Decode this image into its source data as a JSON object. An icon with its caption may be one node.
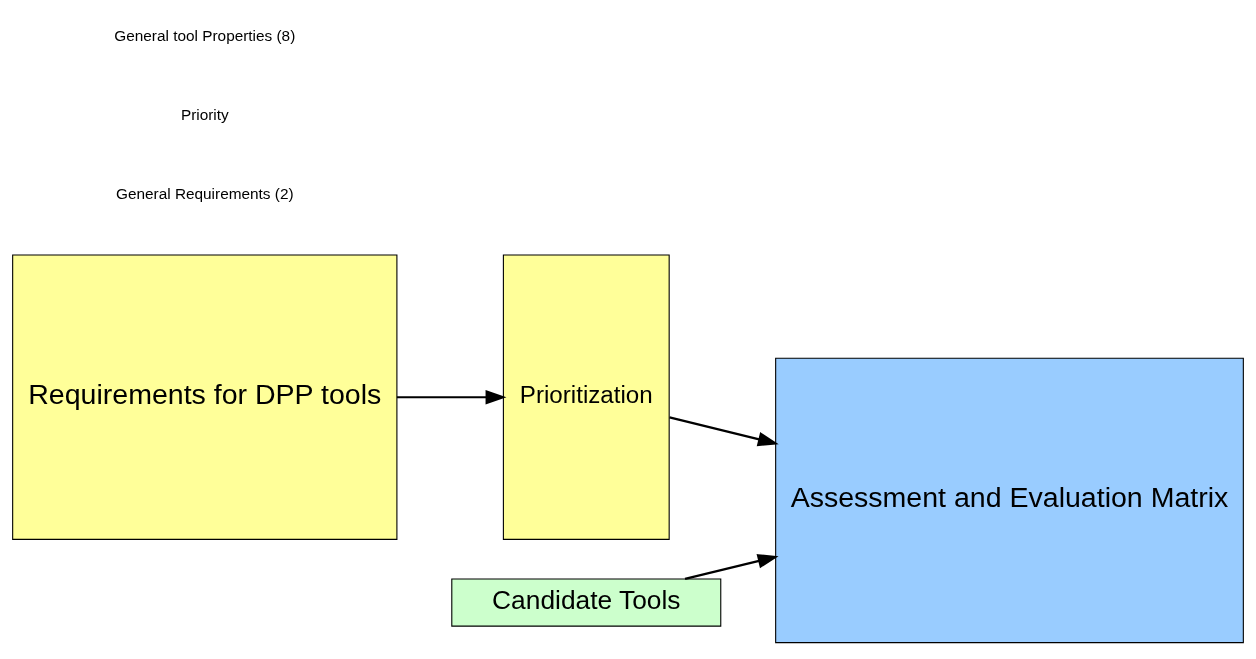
{
  "diagram": {
    "nodes": [
      {
        "text": [
          "Requirements for DPP tools"
        ]
      },
      {
        "text": [
          "Prioritization"
        ]
      },
      {
        "text": [
          "Candidate Tools"
        ]
      },
      {
        "text": [
          "Assessment and Evaluation Matrix"
        ]
      }
    ],
    "edges": [
      {
        "from": 0,
        "to": 1,
        "arrow": "to"
      },
      {
        "from": 1,
        "to": 3,
        "arrow": "to"
      },
      {
        "from": 2,
        "to": 3,
        "arrow": "to"
      }
    ],
    "labels": [
      "General Requirements (2)",
      "Priority",
      "General tool Properties (8)"
    ]
  }
}
